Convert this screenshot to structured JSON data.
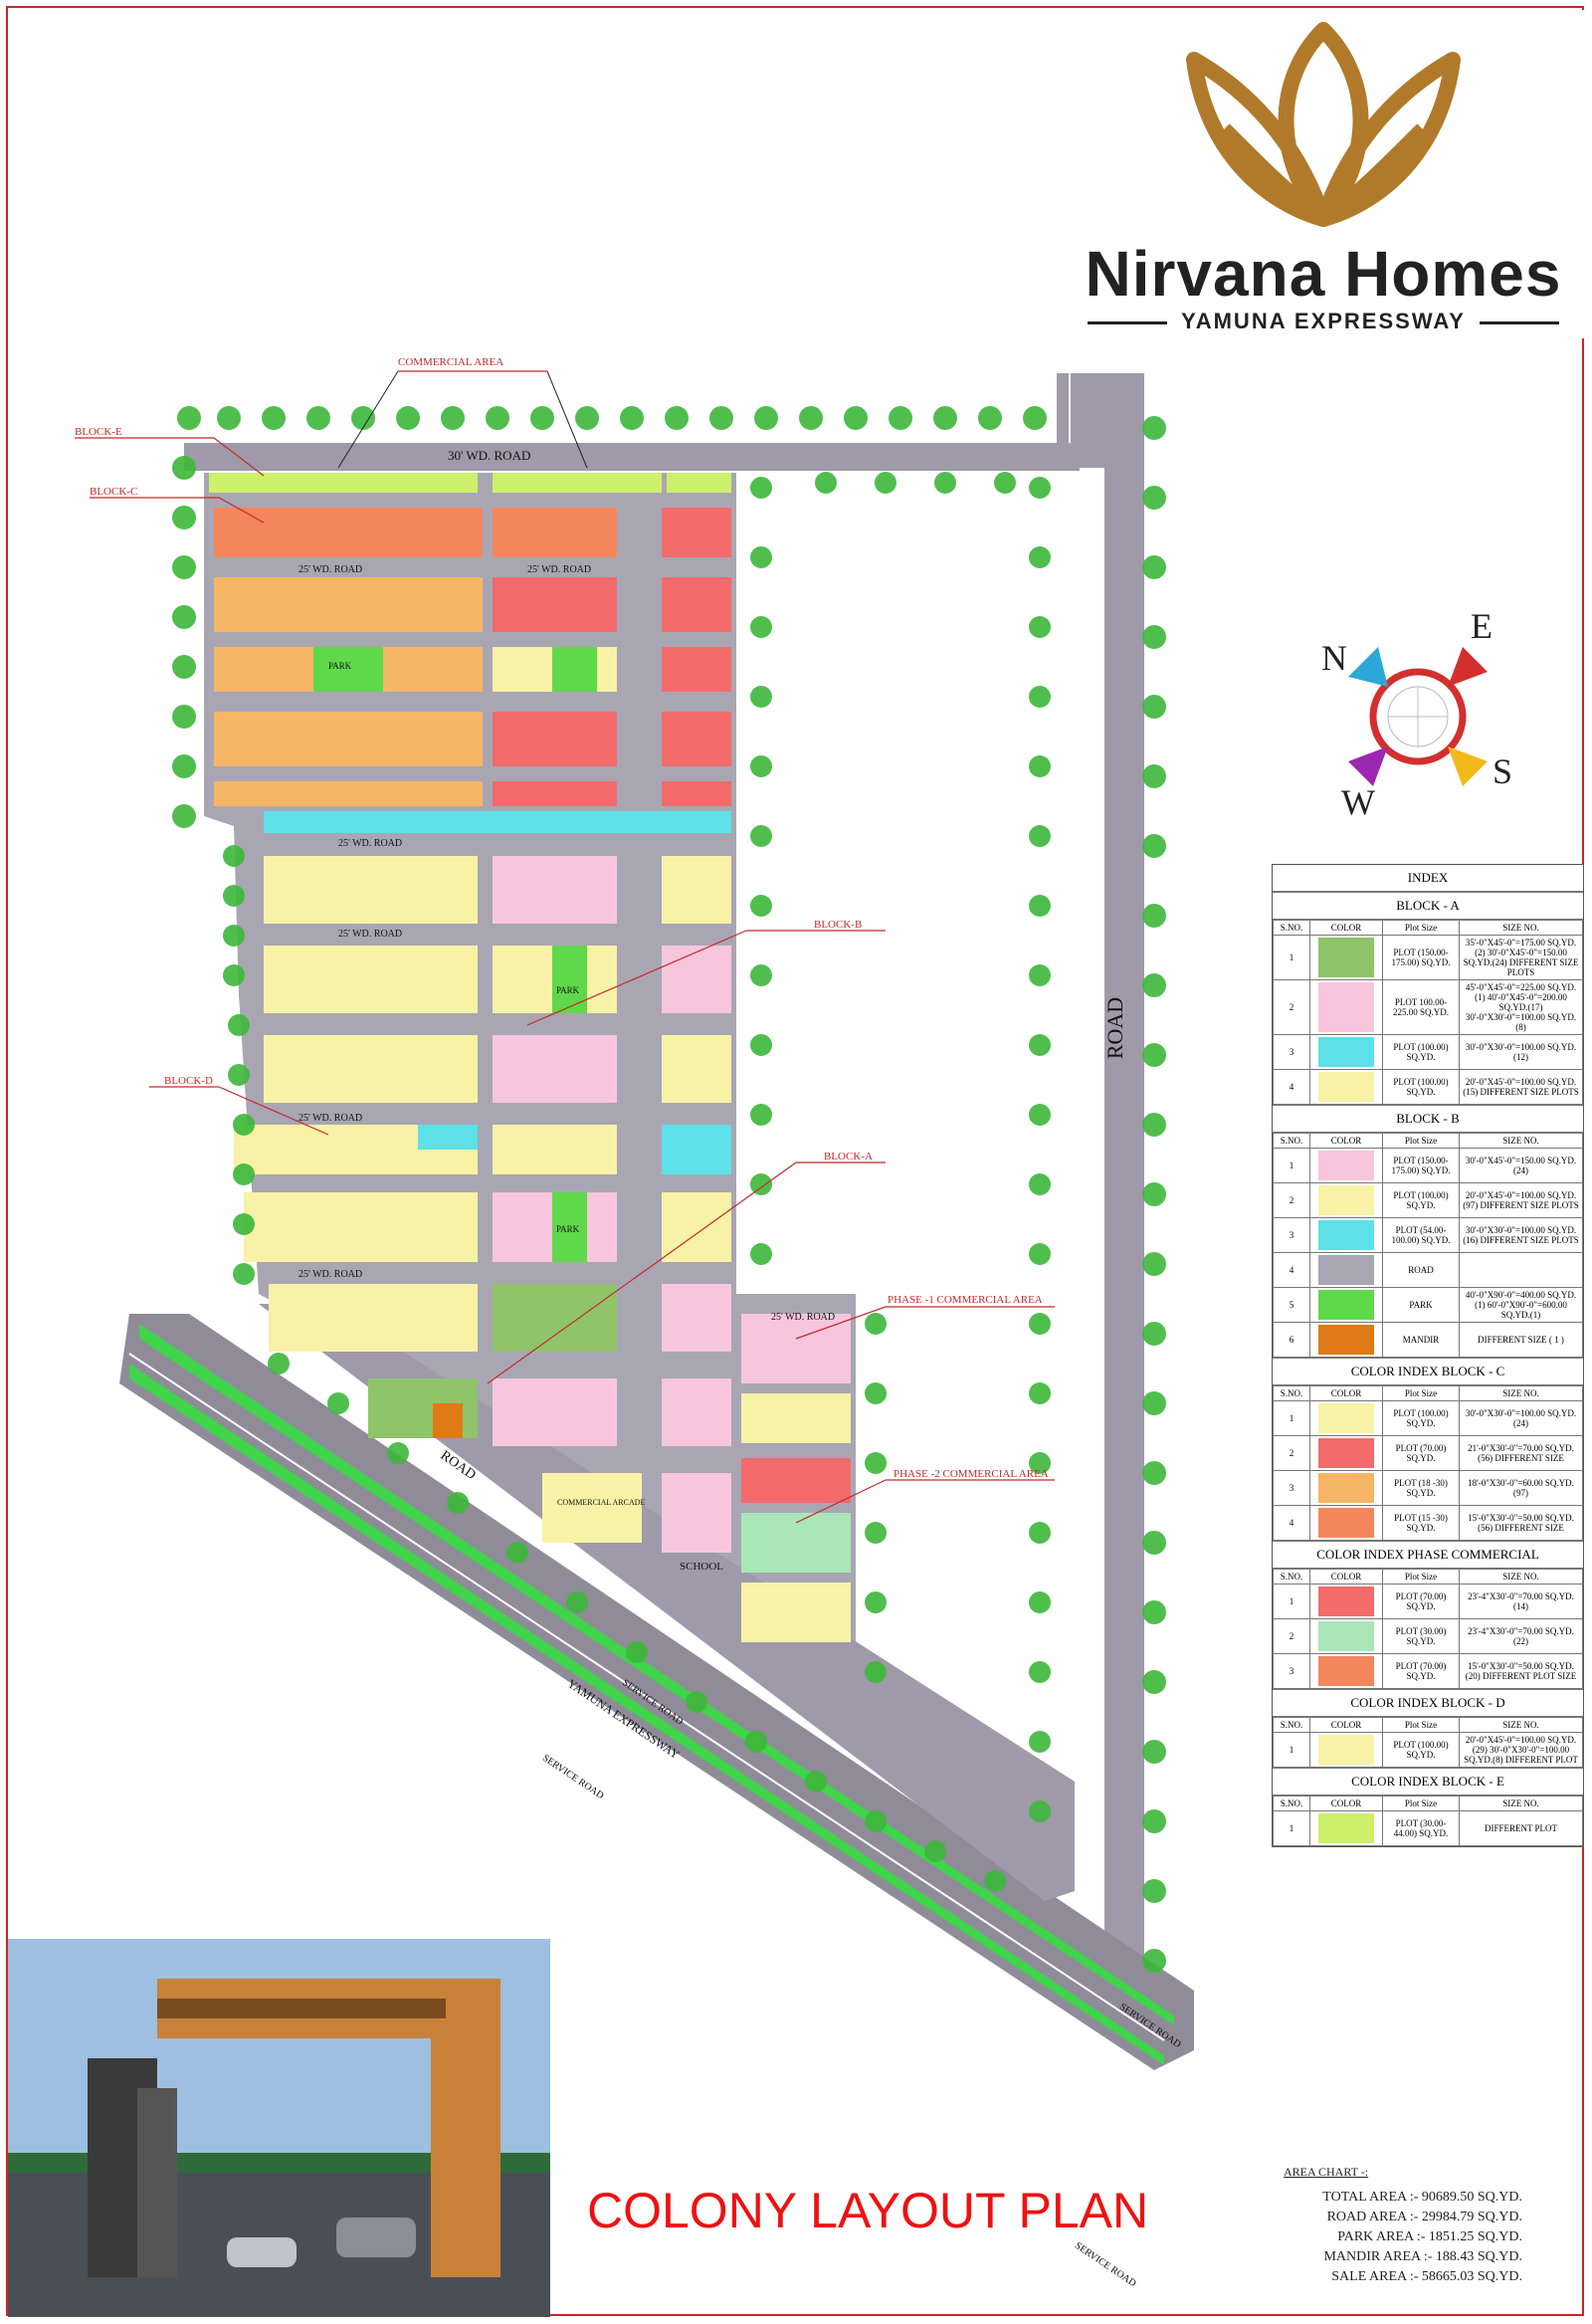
{
  "brand": {
    "name": "Nirvana Homes",
    "tagline": "YAMUNA EXPRESSWAY",
    "color": "#b07a2a"
  },
  "compass": {
    "n": "N",
    "e": "E",
    "s": "S",
    "w": "W"
  },
  "labels": {
    "commercial_area": "COMMERCIAL AREA",
    "block_e": "BLOCK-E",
    "block_c": "BLOCK-C",
    "block_b": "BLOCK-B",
    "block_d": "BLOCK-D",
    "block_a": "BLOCK-A",
    "phase1": "PHASE -1 COMMERCIAL AREA",
    "phase2": "PHASE -2 COMMERCIAL AREA",
    "road30": "30' WD. ROAD",
    "road25": "25' WD. ROAD",
    "road_main": "ROAD",
    "road_diag": "ROAD",
    "service_road": "SERVICE ROAD",
    "yamuna": "YAMUNA EXPRESSWAY",
    "park": "PARK",
    "school": "SCHOOL",
    "commercial_arcade": "COMMERCIAL ARCADE"
  },
  "index": {
    "title": "INDEX",
    "headers": [
      "S.NO.",
      "COLOR",
      "Plot Size",
      "SIZE NO."
    ],
    "sections": [
      {
        "title": "BLOCK - A",
        "rows": [
          {
            "sno": "1",
            "color": "#8fc46a",
            "plot": "PLOT (150.00-175.00) SQ.YD.",
            "size": "35'-0\"X45'-0\"=175.00 SQ.YD.(2) 30'-0\"X45'-0\"=150.00 SQ.YD.(24) DIFFERENT SIZE PLOTS"
          },
          {
            "sno": "2",
            "color": "#f7c6dd",
            "plot": "PLOT 100.00-225.00 SQ.YD.",
            "size": "45'-0\"X45'-0\"=225.00 SQ.YD.(1) 40'-0\"X45'-0\"=200.00 SQ.YD.(17) 30'-0\"X30'-0\"=100.00 SQ.YD.(8)"
          },
          {
            "sno": "3",
            "color": "#5ee0e8",
            "plot": "PLOT (100.00) SQ.YD.",
            "size": "30'-0\"X30'-0\"=100.00 SQ.YD.(12)"
          },
          {
            "sno": "4",
            "color": "#f7f2a6",
            "plot": "PLOT (100.00) SQ.YD.",
            "size": "20'-0\"X45'-0\"=100.00 SQ.YD.(15) DIFFERENT SIZE PLOTS"
          }
        ]
      },
      {
        "title": "BLOCK - B",
        "rows": [
          {
            "sno": "1",
            "color": "#f7c6dd",
            "plot": "PLOT (150.00-175.00) SQ.YD.",
            "size": "30'-0\"X45'-0\"=150.00 SQ.YD.(24)"
          },
          {
            "sno": "2",
            "color": "#f7f2a6",
            "plot": "PLOT (100.00) SQ.YD.",
            "size": "20'-0\"X45'-0\"=100.00 SQ.YD.(97) DIFFERENT SIZE PLOTS"
          },
          {
            "sno": "3",
            "color": "#5ee0e8",
            "plot": "PLOT (54.00-100.00) SQ.YD.",
            "size": "30'-0\"X30'-0\"=100.00 SQ.YD.(16) DIFFERENT SIZE PLOTS"
          },
          {
            "sno": "4",
            "color": "#a9a6b3",
            "plot": "ROAD",
            "size": ""
          },
          {
            "sno": "5",
            "color": "#5fd84a",
            "plot": "PARK",
            "size": "40'-0\"X90'-0\"=400.00 SQ.YD.(1) 60'-0\"X90'-0\"=600.00 SQ.YD.(1)"
          },
          {
            "sno": "6",
            "color": "#e07a16",
            "plot": "MANDIR",
            "size": "DIFFERENT SIZE ( 1 )"
          }
        ]
      },
      {
        "title": "COLOR INDEX BLOCK - C",
        "rows": [
          {
            "sno": "1",
            "color": "#f7f2a6",
            "plot": "PLOT (100.00) SQ.YD.",
            "size": "30'-0\"X30'-0\"=100.00 SQ.YD.(24)"
          },
          {
            "sno": "2",
            "color": "#f36b6b",
            "plot": "PLOT (70.00) SQ.YD.",
            "size": "21'-0\"X30'-0\"=70.00 SQ.YD.(56) DIFFERENT SIZE"
          },
          {
            "sno": "3",
            "color": "#f7b566",
            "plot": "PLOT (18 -30) SQ.YD.",
            "size": "18'-0\"X30'-0\"=60.00 SQ.YD.(97)"
          },
          {
            "sno": "4",
            "color": "#f3875b",
            "plot": "PLOT (15 -30) SQ.YD.",
            "size": "15'-0\"X30'-0\"=50.00 SQ.YD.(56) DIFFERENT SIZE"
          }
        ]
      },
      {
        "title": "COLOR INDEX PHASE COMMERCIAL",
        "rows": [
          {
            "sno": "1",
            "color": "#f36b6b",
            "plot": "PLOT (70.00) SQ.YD.",
            "size": "23'-4\"X30'-0\"=70.00 SQ.YD.(14)"
          },
          {
            "sno": "2",
            "color": "#a9e6b8",
            "plot": "PLOT (30.00) SQ.YD.",
            "size": "23'-4\"X30'-0\"=70.00 SQ.YD.(22)"
          },
          {
            "sno": "3",
            "color": "#f3875b",
            "plot": "PLOT (70.00) SQ.YD.",
            "size": "15'-0\"X30'-0\"=50.00 SQ.YD.(20) DIFFERENT PLOT SIZE"
          }
        ]
      },
      {
        "title": "COLOR INDEX BLOCK - D",
        "rows": [
          {
            "sno": "1",
            "color": "#f7f2a6",
            "plot": "PLOT (100.00) SQ.YD.",
            "size": "20'-0\"X45'-0\"=100.00 SQ.YD.(29) 30'-0\"X30'-0\"=100.00 SQ.YD.(8) DIFFERENT PLOT"
          }
        ]
      },
      {
        "title": "COLOR INDEX BLOCK - E",
        "rows": [
          {
            "sno": "1",
            "color": "#cdf06a",
            "plot": "PLOT (30.00- 44.00) SQ.YD.",
            "size": "DIFFERENT PLOT"
          }
        ]
      }
    ]
  },
  "area_chart": {
    "title": "AREA CHART -:",
    "rows": [
      "TOTAL AREA :- 90689.50 SQ.YD.",
      "ROAD AREA :- 29984.79 SQ.YD.",
      "PARK AREA :- 1851.25 SQ.YD.",
      "MANDIR AREA :- 188.43 SQ.YD.",
      "SALE AREA :- 58665.03 SQ.YD."
    ]
  },
  "plan_title": "COLONY LAYOUT PLAN"
}
